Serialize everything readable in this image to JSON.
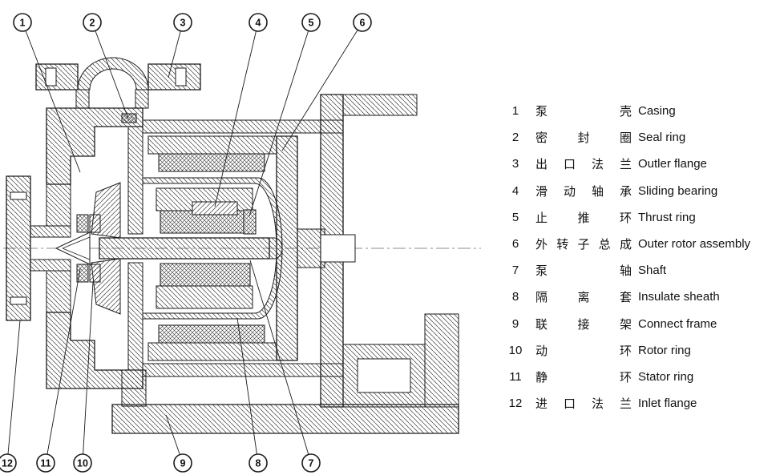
{
  "colors": {
    "line": "#1a1a1a",
    "background": "#ffffff"
  },
  "callouts": [
    {
      "label": "1"
    },
    {
      "label": "2"
    },
    {
      "label": "3"
    },
    {
      "label": "4"
    },
    {
      "label": "5"
    },
    {
      "label": "6"
    },
    {
      "label": "7"
    },
    {
      "label": "8"
    },
    {
      "label": "9"
    },
    {
      "label": "10"
    },
    {
      "label": "11"
    },
    {
      "label": "12"
    }
  ],
  "legend": {
    "items": [
      {
        "num": "1",
        "cn": "泵壳",
        "en": "Casing"
      },
      {
        "num": "2",
        "cn": "密封圈",
        "en": "Seal ring"
      },
      {
        "num": "3",
        "cn": "出口法兰",
        "en": "Outler flange"
      },
      {
        "num": "4",
        "cn": "滑动轴承",
        "en": "Sliding bearing"
      },
      {
        "num": "5",
        "cn": "止推环",
        "en": "Thrust ring"
      },
      {
        "num": "6",
        "cn": "外转子总成",
        "en": "Outer rotor assembly"
      },
      {
        "num": "7",
        "cn": "泵轴",
        "en": "Shaft"
      },
      {
        "num": "8",
        "cn": "隔离套",
        "en": "Insulate sheath"
      },
      {
        "num": "9",
        "cn": "联接架",
        "en": "Connect frame"
      },
      {
        "num": "10",
        "cn": "动环",
        "en": "Rotor ring"
      },
      {
        "num": "11",
        "cn": "静环",
        "en": "Stator ring"
      },
      {
        "num": "12",
        "cn": "进口法兰",
        "en": "Inlet flange"
      }
    ]
  }
}
